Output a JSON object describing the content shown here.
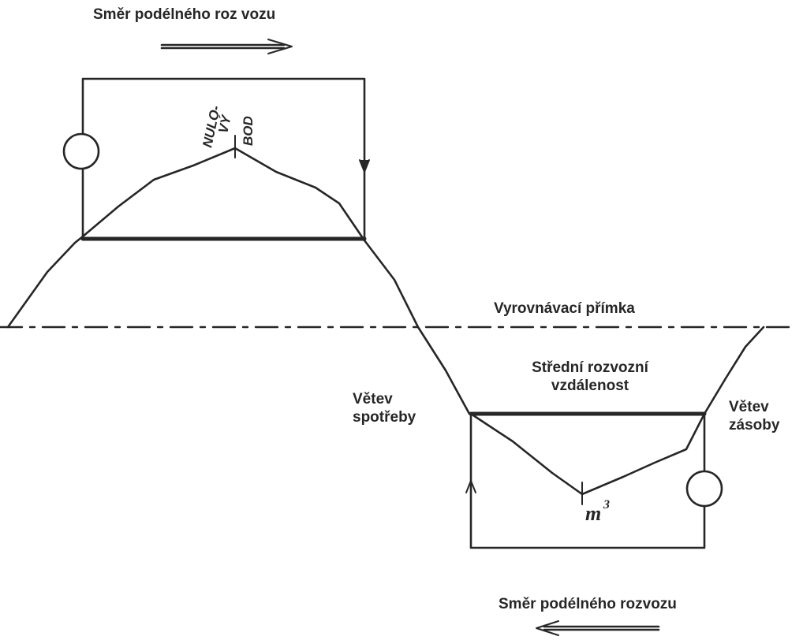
{
  "labels": {
    "direction_top": "Směr podélného roz  vozu",
    "direction_bottom": "Směr podélného rozvozu",
    "balance_line": "Vyrovnávací přímka",
    "mean_distance_line1": "Střední rozvozní",
    "mean_distance_line2": "vzdálenost",
    "consumption_branch_line1": "Větev",
    "consumption_branch_line2": "spotřeby",
    "supply_branch_line1": "Větev",
    "supply_branch_line2": "zásoby",
    "zero_point_word1": "NULO-",
    "zero_point_word2": "VÝ",
    "zero_point_word3": "BOD",
    "volume_unit": "m",
    "volume_unit_exp": "3"
  },
  "colors": {
    "line": "#262626",
    "background": "#ffffff"
  }
}
